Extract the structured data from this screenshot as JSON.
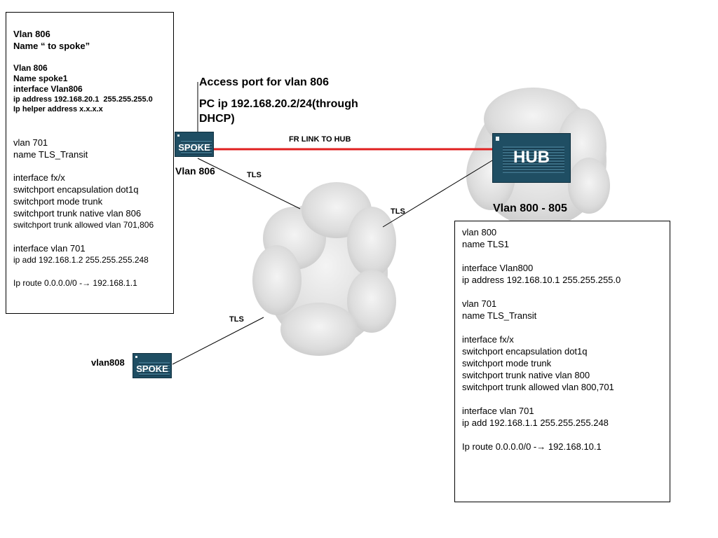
{
  "spoke_config": {
    "lines": [
      {
        "text": "Vlan 806",
        "style": "bold"
      },
      {
        "text": "Name “ to spoke”",
        "style": "bold"
      },
      {
        "text": "",
        "style": "gap"
      },
      {
        "text": "Vlan 806",
        "style": "bold-sm"
      },
      {
        "text": "Name spoke1",
        "style": "bold-sm"
      },
      {
        "text": "interface Vlan806",
        "style": "bold-sm"
      },
      {
        "text": "ip address 192.168.20.1  255.255.255.0",
        "style": "bold-xs"
      },
      {
        "text": "Ip helper address x.x.x.x",
        "style": "bold-xs"
      },
      {
        "text": "",
        "style": "gap"
      },
      {
        "text": "",
        "style": "gap"
      },
      {
        "text": "vlan 701",
        "style": "normal"
      },
      {
        "text": "name TLS_Transit",
        "style": "normal"
      },
      {
        "text": "",
        "style": "gap"
      },
      {
        "text": "interface fx/x",
        "style": "normal"
      },
      {
        "text": "switchport encapsulation dot1q",
        "style": "normal"
      },
      {
        "text": "switchport mode trunk",
        "style": "normal"
      },
      {
        "text": "switchport trunk native vlan 806",
        "style": "normal"
      },
      {
        "text": "switchport trunk allowed vlan 701,806",
        "style": "sm"
      },
      {
        "text": "",
        "style": "gap"
      },
      {
        "text": "interface vlan 701",
        "style": "normal"
      },
      {
        "text": "ip add 192.168.1.2 255.255.255.248",
        "style": "sm"
      },
      {
        "text": "",
        "style": "gap"
      },
      {
        "text": "Ip route 0.0.0.0/0 -→ 192.168.1.1",
        "style": "sm"
      }
    ]
  },
  "hub_config": {
    "lines": [
      "vlan 800",
      "name TLS1",
      "",
      "interface Vlan800",
      "ip address 192.168.10.1 255.255.255.0",
      "",
      "vlan 701",
      "name TLS_Transit",
      "",
      "interface fx/x",
      "switchport encapsulation dot1q",
      "switchport mode trunk",
      "switchport trunk native vlan 800",
      "switchport trunk allowed vlan 800,701",
      "",
      "interface vlan 701",
      "ip add 192.168.1.1 255.255.255.248",
      "",
      "Ip route 0.0.0.0/0 -→ 192.168.10.1"
    ]
  },
  "labels": {
    "access_port": "Access port for vlan 806",
    "pc_ip": "PC ip 192.168.20.2/24(through",
    "pc_ip_2": "DHCP)",
    "fr_link": "FR LINK TO HUB",
    "vlan806": "Vlan 806",
    "vlan808": "vlan808",
    "vlan800_805": "Vlan 800 - 805",
    "tls_1": "TLS",
    "tls_2": "TLS",
    "tls_3": "TLS"
  },
  "devices": {
    "spoke1": "SPOKE",
    "spoke2": "SPOKE",
    "hub": "HUB"
  },
  "colors": {
    "fr_link": "#e02020",
    "device": "#1f4e63",
    "cloud": "#d6d6d6"
  }
}
